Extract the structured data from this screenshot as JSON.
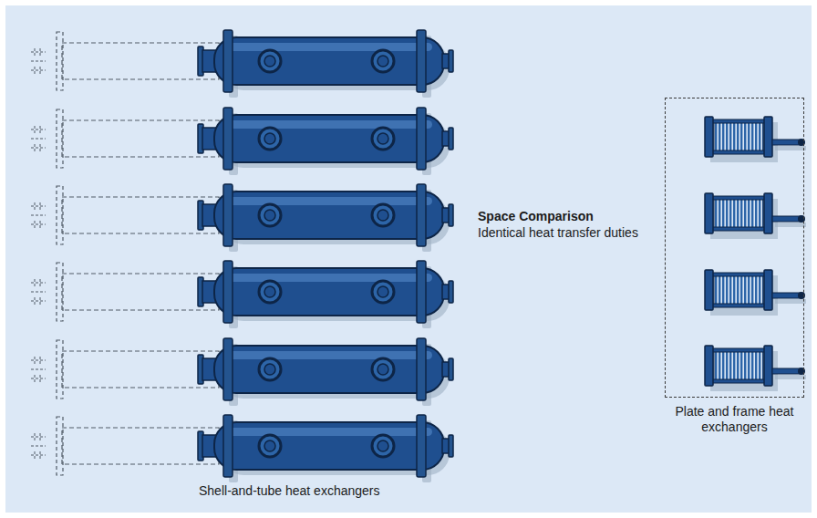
{
  "diagram": {
    "title": "Space Comparison",
    "nodes": [
      {
        "text": [
          "Plate and frame heat exchangers"
        ]
      }
    ],
    "labels": [
      "Identical heat transfer duties",
      "Shell-and-tube heat exchangers"
    ]
  }
}
